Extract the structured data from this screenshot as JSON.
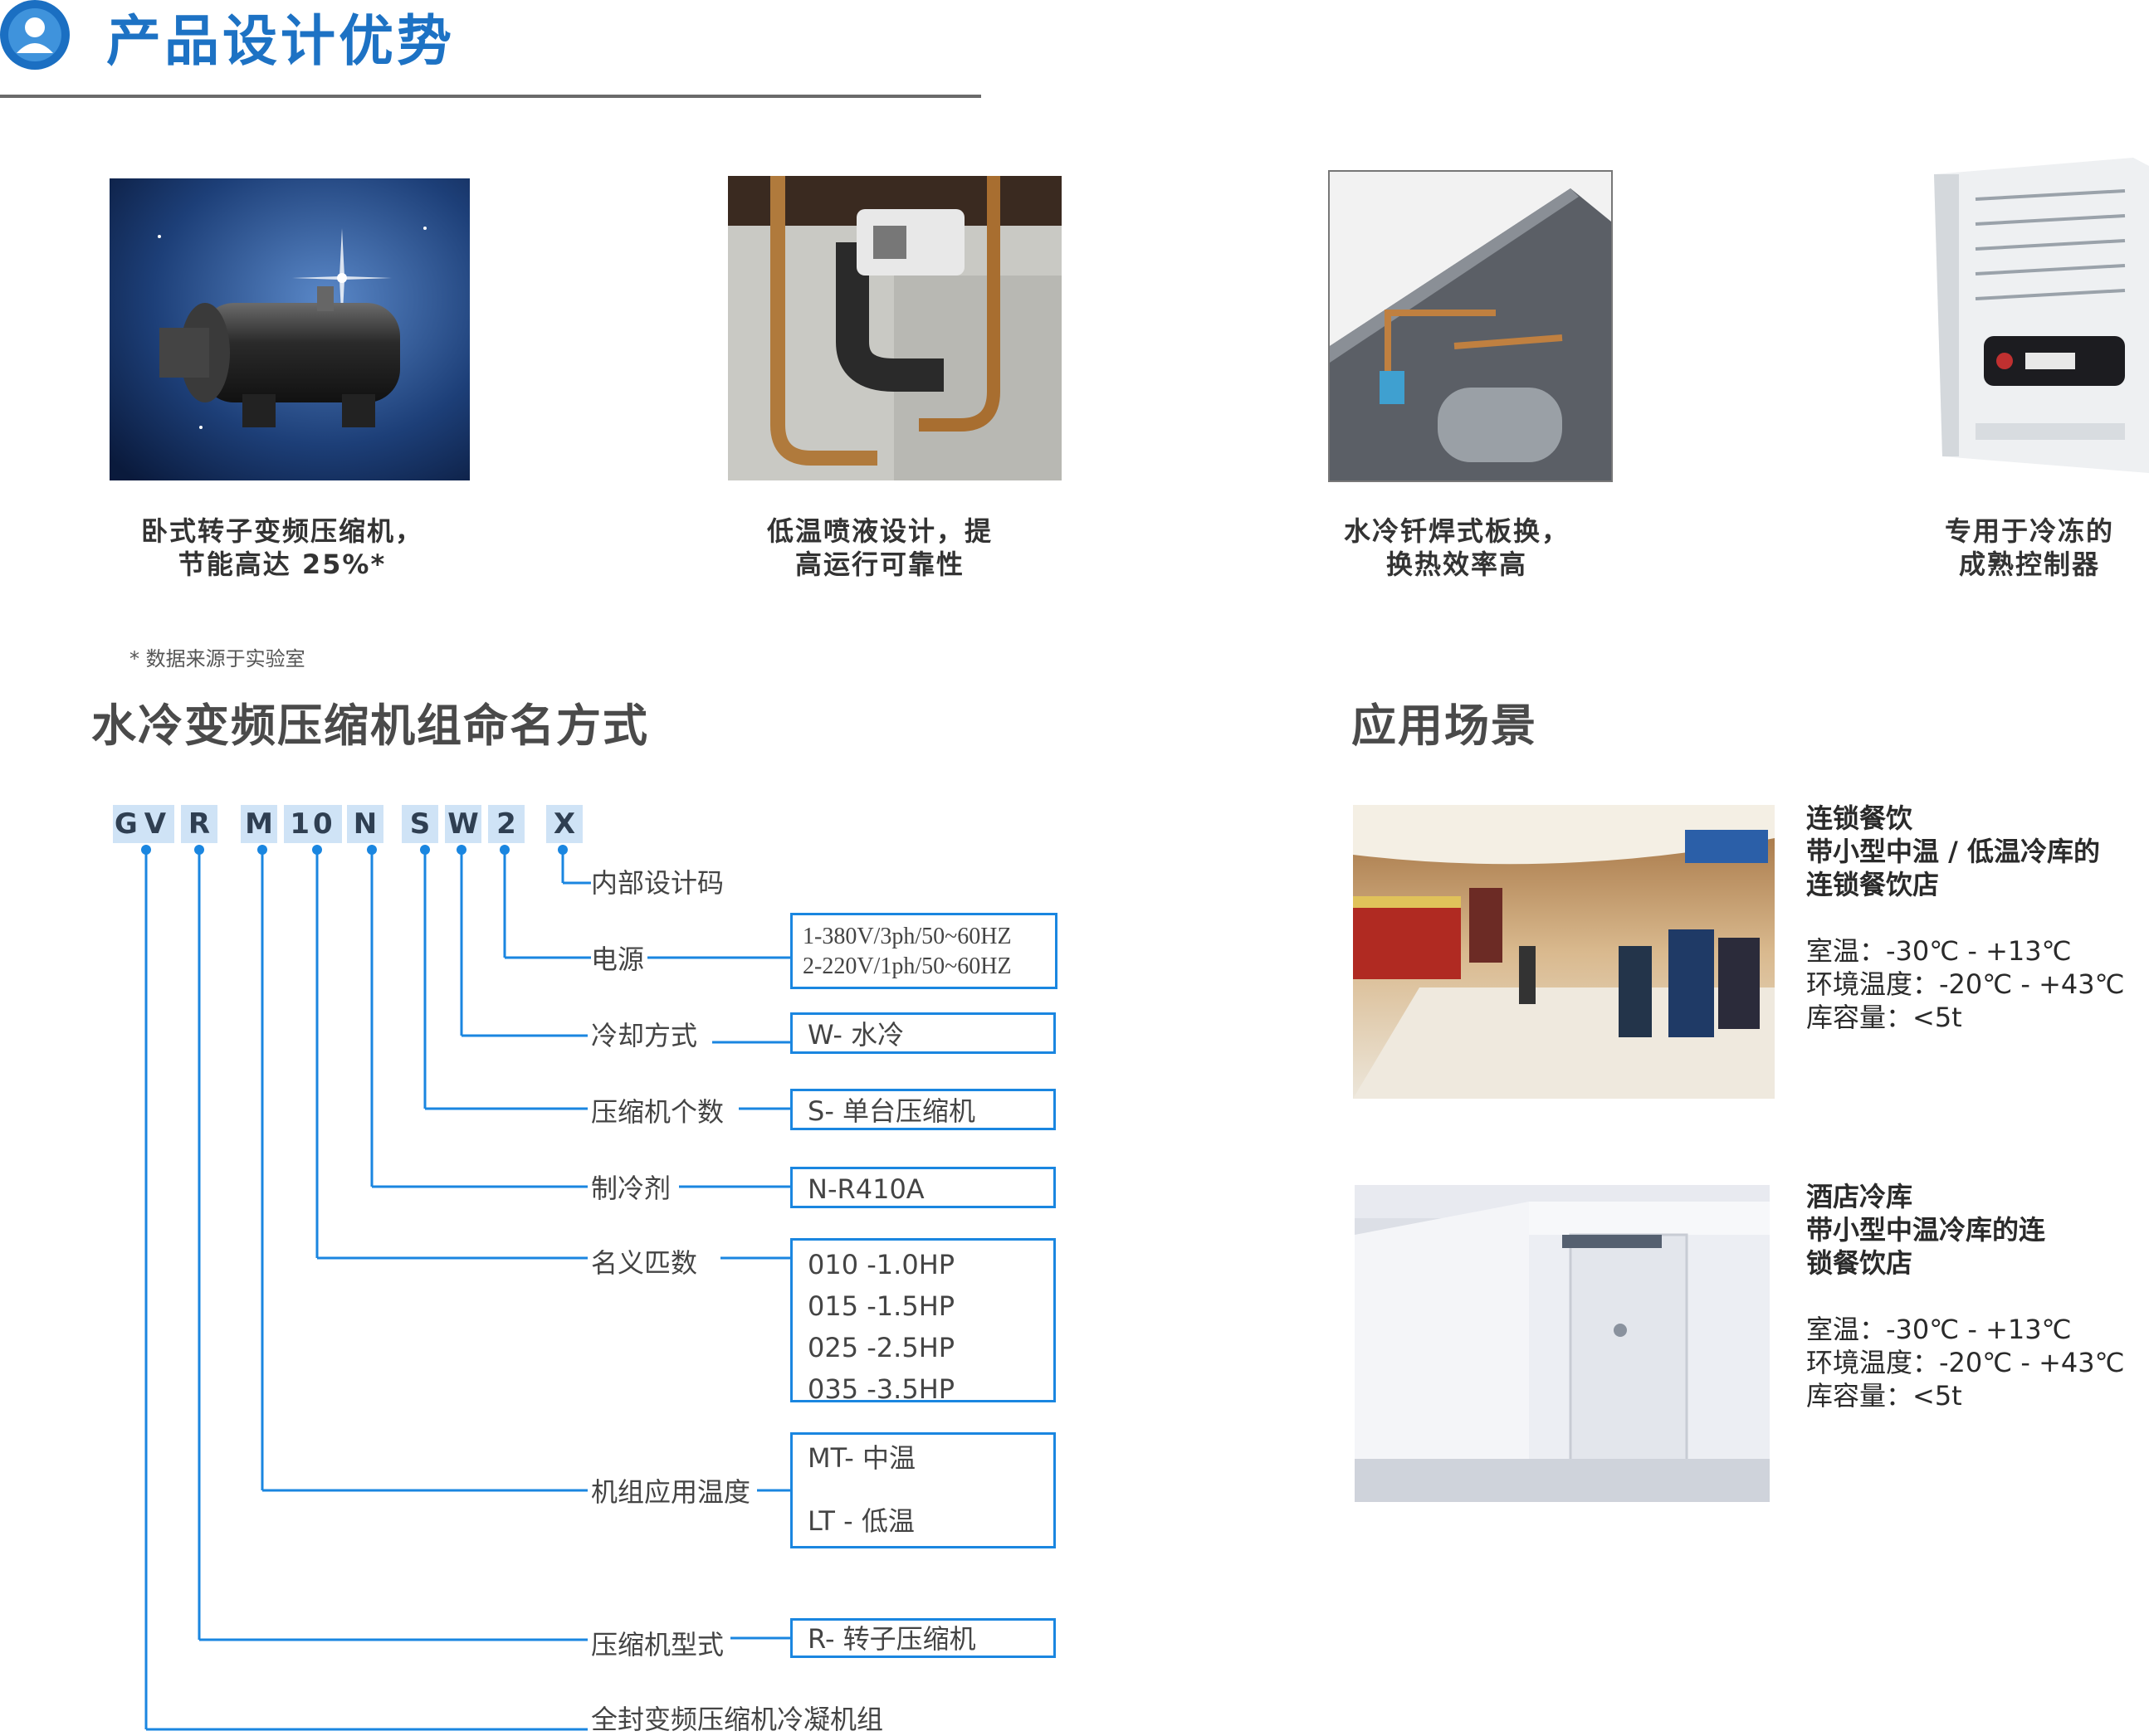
{
  "header": {
    "title": "产品设计优势",
    "icon": "user-circle-icon"
  },
  "features": [
    {
      "caption": [
        "卧式转子变频压缩机，",
        "节能高达 25%*"
      ],
      "image": "horizontal-rotary-compressor-photo"
    },
    {
      "caption": [
        "低温喷液设计，提",
        "高运行可靠性"
      ],
      "image": "liquid-injection-piping-photo"
    },
    {
      "caption": [
        "水冷钎焊式板换，",
        "换热效率高"
      ],
      "image": "brazed-plate-heat-exchanger-photo"
    },
    {
      "caption": [
        "专用于冷冻的",
        "成熟控制器"
      ],
      "image": "controller-photo"
    }
  ],
  "footnote": "* 数据来源于实验室",
  "naming": {
    "title": "水冷变频压缩机组命名方式",
    "codes": [
      "GV",
      "R",
      "M",
      "10",
      "N",
      "S",
      "W",
      "2",
      "X"
    ],
    "labels": {
      "internal": "内部设计码",
      "power": "电源",
      "cooling": "冷却方式",
      "compressor_count": "压缩机个数",
      "refrigerant": "制冷剂",
      "nominal_hp": "名义匹数",
      "unit_temp": "机组应用温度",
      "compressor_type": "压缩机型式",
      "unit_family": "全封变频压缩机冷凝机组"
    },
    "options": {
      "power": [
        "1-380V/3ph/50~60HZ",
        "2-220V/1ph/50~60HZ"
      ],
      "cooling": [
        "W- 水冷"
      ],
      "compressor_count": [
        "S- 单台压缩机"
      ],
      "refrigerant": [
        "N-R410A"
      ],
      "nominal_hp": [
        "010 -1.0HP",
        "015 -1.5HP",
        "025 -2.5HP",
        "035 -3.5HP"
      ],
      "unit_temp": [
        "MT- 中温",
        "LT - 低温"
      ],
      "compressor_type": [
        "R- 转子压缩机"
      ]
    }
  },
  "applications": {
    "title": "应用场景",
    "items": [
      {
        "image": "food-court-photo",
        "heading": [
          "连锁餐饮",
          "带小型中温 / 低温冷库的",
          "连锁餐饮店"
        ],
        "specs": [
          "室温：-30℃ - +13℃",
          "环境温度：-20℃ - +43℃",
          "库容量：<5t"
        ]
      },
      {
        "image": "cold-room-photo",
        "heading": [
          "酒店冷库",
          "带小型中温冷库的连",
          "锁餐饮店"
        ],
        "specs": [
          "室温：-30℃ - +13℃",
          "环境温度：-20℃ - +43℃",
          "库容量：<5t"
        ]
      }
    ]
  },
  "colors": {
    "brand_blue": "#1d72c4",
    "line_blue": "#1a86e0",
    "code_bg": "#cfe3f6"
  }
}
